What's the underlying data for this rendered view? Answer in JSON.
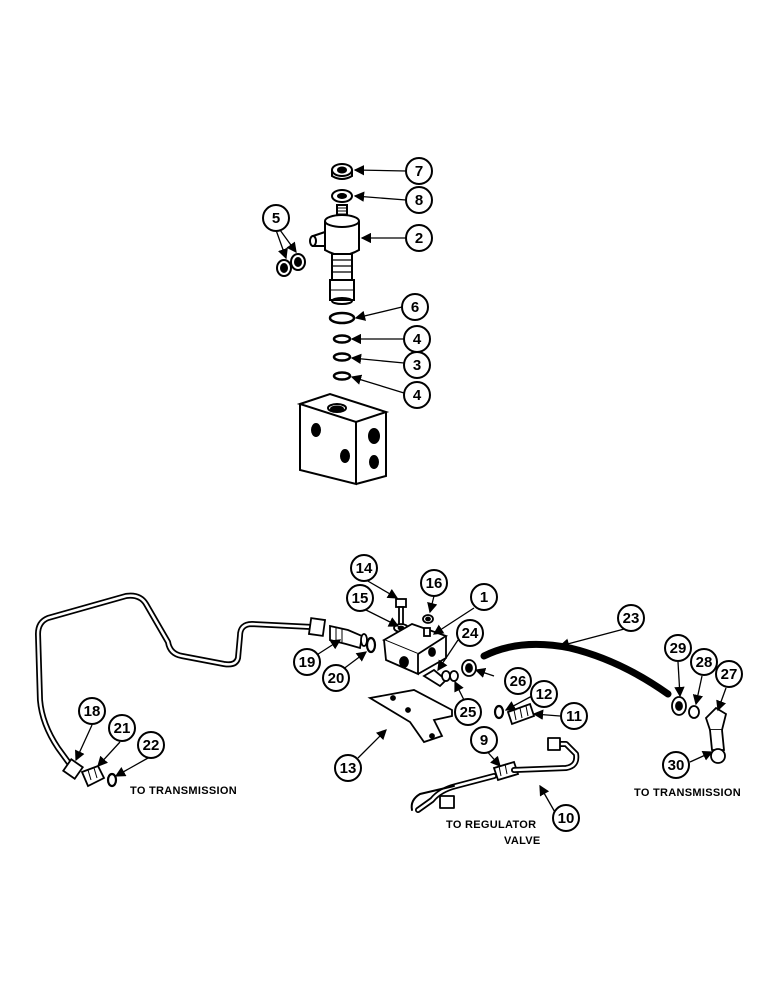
{
  "callouts": [
    {
      "id": "c7",
      "number": "7"
    },
    {
      "id": "c8",
      "number": "8"
    },
    {
      "id": "c2",
      "number": "2"
    },
    {
      "id": "c5",
      "number": "5"
    },
    {
      "id": "c6",
      "number": "6"
    },
    {
      "id": "c4a",
      "number": "4"
    },
    {
      "id": "c3",
      "number": "3"
    },
    {
      "id": "c4b",
      "number": "4"
    },
    {
      "id": "c14",
      "number": "14"
    },
    {
      "id": "c16",
      "number": "16"
    },
    {
      "id": "c1",
      "number": "1"
    },
    {
      "id": "c15",
      "number": "15"
    },
    {
      "id": "c23",
      "number": "23"
    },
    {
      "id": "c24",
      "number": "24"
    },
    {
      "id": "c19",
      "number": "19"
    },
    {
      "id": "c20",
      "number": "20"
    },
    {
      "id": "c26",
      "number": "26"
    },
    {
      "id": "c25",
      "number": "25"
    },
    {
      "id": "c12",
      "number": "12"
    },
    {
      "id": "c11",
      "number": "11"
    },
    {
      "id": "c29",
      "number": "29"
    },
    {
      "id": "c28",
      "number": "28"
    },
    {
      "id": "c27",
      "number": "27"
    },
    {
      "id": "c30",
      "number": "30"
    },
    {
      "id": "c18",
      "number": "18"
    },
    {
      "id": "c21",
      "number": "21"
    },
    {
      "id": "c22",
      "number": "22"
    },
    {
      "id": "c13",
      "number": "13"
    },
    {
      "id": "c9",
      "number": "9"
    },
    {
      "id": "c10",
      "number": "10"
    }
  ],
  "labels": {
    "to_transmission_left": "TO TRANSMISSION",
    "to_transmission_right": "TO TRANSMISSION",
    "to_regulator_line1": "TO REGULATOR",
    "to_regulator_line2": "VALVE"
  }
}
